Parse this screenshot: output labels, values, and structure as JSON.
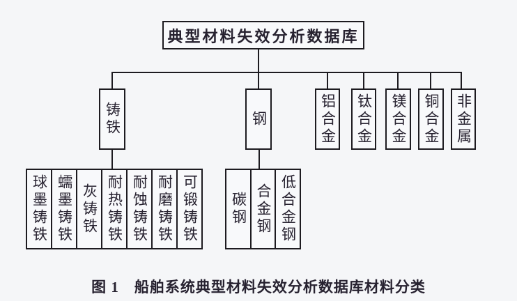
{
  "colors": {
    "background": "#f5f6f8",
    "line": "#1d1b20",
    "text": "#272230"
  },
  "root": {
    "label": "典型材料失效分析数据库"
  },
  "level2": [
    {
      "label": "铸铁"
    },
    {
      "label": "钢"
    },
    {
      "label": "铝合金"
    },
    {
      "label": "钛合金"
    },
    {
      "label": "镁合金"
    },
    {
      "label": "铜合金"
    },
    {
      "label": "非金属"
    }
  ],
  "cast_iron_children": [
    "球墨铸铁",
    "蠕墨铸铁",
    "灰铸铁",
    "耐热铸铁",
    "耐蚀铸铁",
    "耐磨铸铁",
    "可锻铸铁"
  ],
  "steel_children": [
    "碳钢",
    "合金钢",
    "低合金钢"
  ],
  "caption": "图 1　船舶系统典型材料失效分析数据库材料分类"
}
